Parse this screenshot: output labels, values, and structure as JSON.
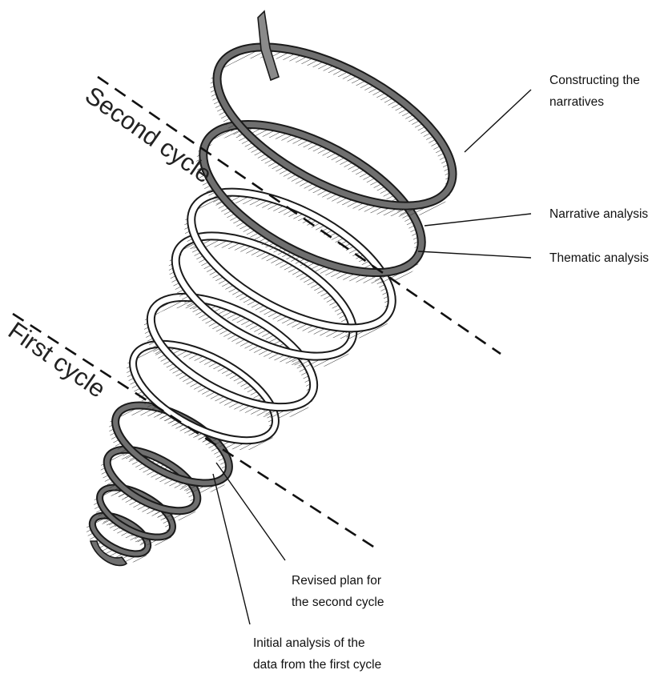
{
  "cycles": {
    "second": "Second cycle",
    "first": "First cycle"
  },
  "callouts": {
    "constructing": [
      "Constructing the",
      "narratives"
    ],
    "narrative": "Narrative analysis",
    "thematic": "Thematic analysis",
    "revised": [
      "Revised plan for",
      "the second cycle"
    ],
    "initial": [
      "Initial analysis of the",
      "data from the first cycle"
    ]
  },
  "colors": {
    "ink": "#1a1a1a",
    "dark_band": "#6f6f6f",
    "light_band": "#ffffff"
  }
}
